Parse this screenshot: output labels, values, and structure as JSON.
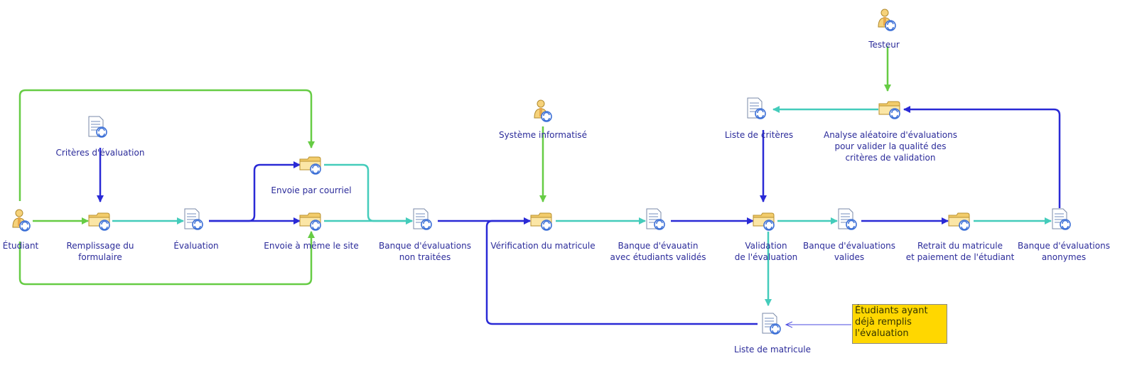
{
  "colors": {
    "blue": "#2a2ad6",
    "green": "#66cc44",
    "teal": "#44ccbb",
    "label": "#2b2b9a",
    "note_bg": "#ffd700"
  },
  "actors": {
    "etudiant": "Étudiant",
    "systeme": "Système informatisé",
    "testeur": "Testeur"
  },
  "activities": {
    "remplissage": "Remplissage du\nformulaire",
    "courriel": "Envoie par courriel",
    "site": "Envoie à même le site",
    "verification": "Vérification du matricule",
    "validation": "Validation\nde l'évaluation",
    "retrait": "Retrait du matricule\net paiement de l'étudiant",
    "analyse": "Analyse aléatoire d'évaluations\npour valider la qualité des\ncritères de validation"
  },
  "documents": {
    "criteres_eval": "Critères d'évaluation",
    "evaluation": "Évaluation",
    "non_traitees": "Banque d'évaluations\nnon traitées",
    "etudiants_valides": "Banque d'évauatin\navec étudiants validés",
    "valides": "Banque d'évaluations\nvalides",
    "anonymes": "Banque d'évaluations\nanonymes",
    "liste_criteres": "Liste de critères",
    "liste_matricule": "Liste de matricule"
  },
  "note": {
    "text": "Étudiants ayant\ndéjà remplis\nl'évaluation"
  }
}
